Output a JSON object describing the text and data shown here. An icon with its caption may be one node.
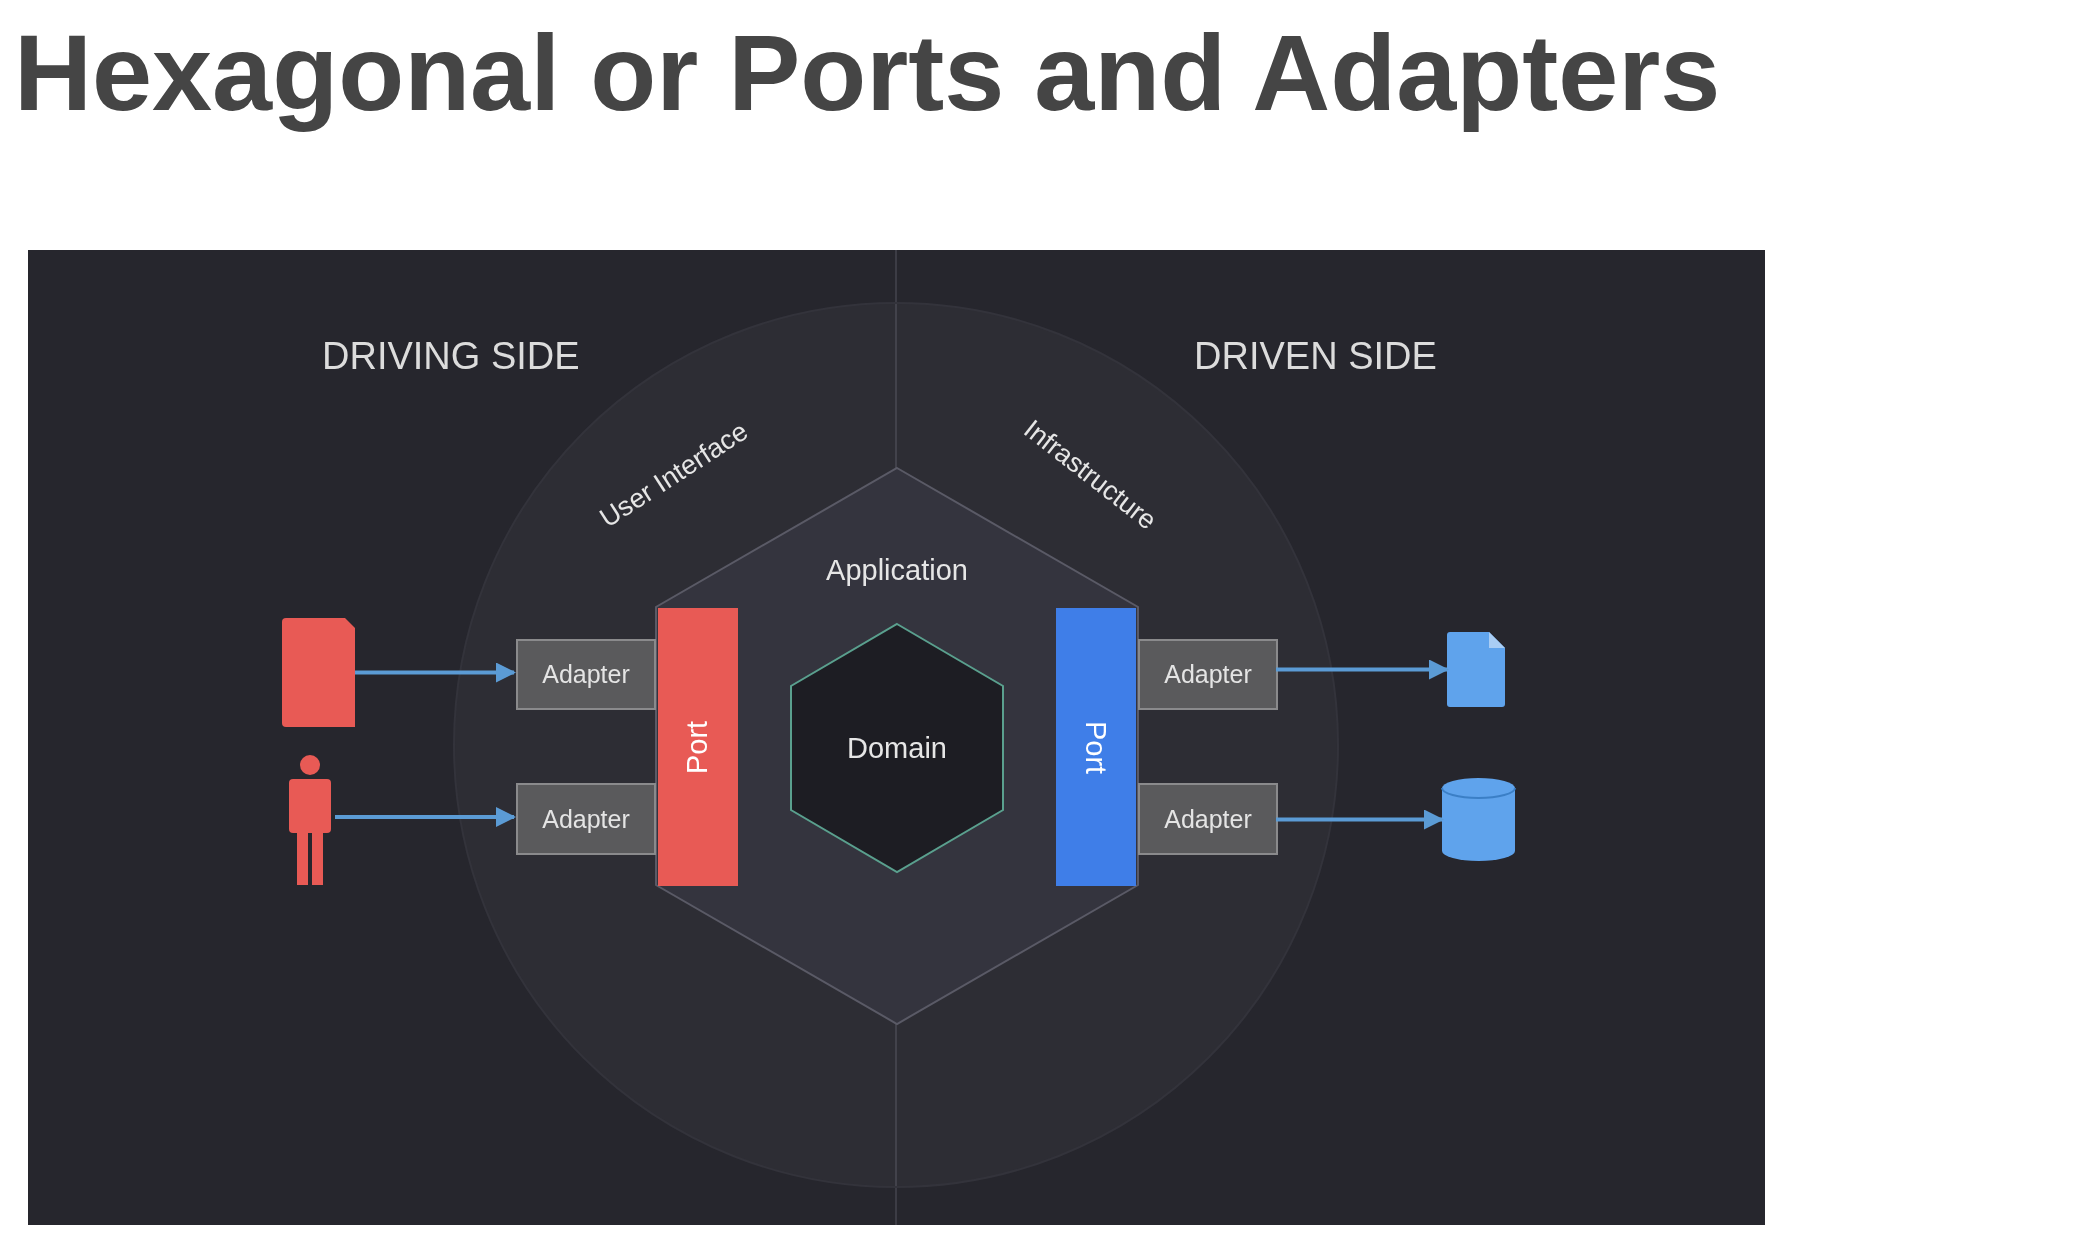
{
  "diagram": {
    "title": "Hexagonal or Ports and Adapters",
    "nodes": [
      {
        "text": [
          "User Interface",
          "Infrastructure"
        ]
      },
      {
        "text": [
          "Application"
        ],
        "in": 0
      },
      {
        "text": [
          "Domain"
        ],
        "in": 1
      },
      {
        "text": [
          "Port"
        ],
        "in": 1
      },
      {
        "text": [
          "Adapter"
        ],
        "in": 0
      },
      {
        "text": [
          "Adapter"
        ],
        "in": 0
      },
      {
        "text": [
          "Port"
        ],
        "in": 1
      },
      {
        "text": [
          "Adapter"
        ],
        "in": 0
      },
      {
        "text": [
          "Adapter"
        ],
        "in": 0
      },
      {
        "text": [],
        "shape": "box"
      },
      {
        "text": [],
        "shape": "person"
      },
      {
        "text": [],
        "shape": "document"
      },
      {
        "text": [],
        "shape": "cylinder"
      }
    ],
    "edges": [
      {
        "from": 9,
        "to": 4,
        "arrow": "to"
      },
      {
        "from": 10,
        "to": 5,
        "arrow": "to"
      },
      {
        "from": 7,
        "to": 11,
        "arrow": "to"
      },
      {
        "from": 8,
        "to": 12,
        "arrow": "to"
      }
    ],
    "labels": [
      "DRIVING SIDE",
      "DRIVEN SIDE"
    ]
  }
}
